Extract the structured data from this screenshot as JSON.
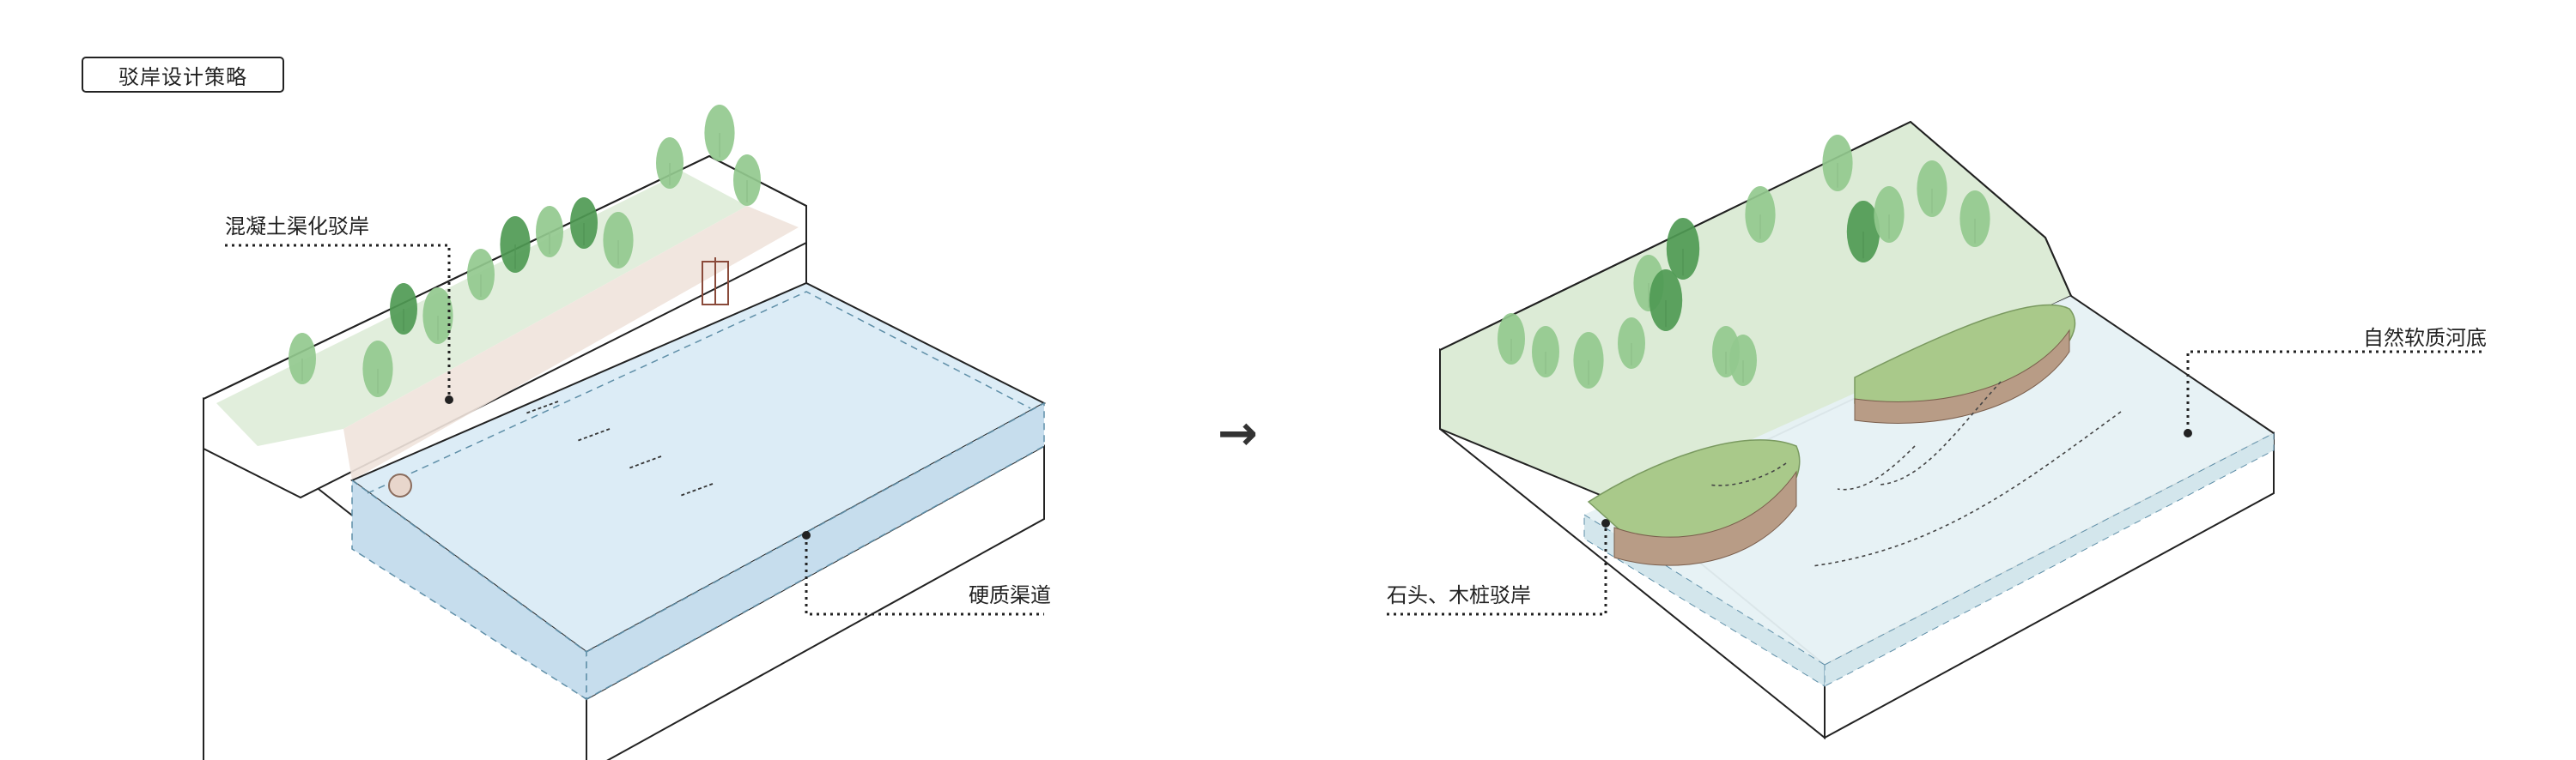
{
  "title": "驳岸设计策略",
  "labels": {
    "concrete_bank": "混凝土渠化驳岸",
    "hard_channel": "硬质渠道",
    "stone_timber_bank": "石头、木桩驳岸",
    "natural_riverbed": "自然软质河底"
  },
  "arrow_glyph": "→",
  "colors": {
    "water": "#dcecf6",
    "water_deep": "#c6dded",
    "grass": "#dcebd6",
    "tree_light": "#93c98e",
    "tree_dark": "#4f9a54",
    "path": "#efe3dc",
    "outline": "#222222",
    "reed": "#a9c98a",
    "timber": "#b89c86"
  }
}
